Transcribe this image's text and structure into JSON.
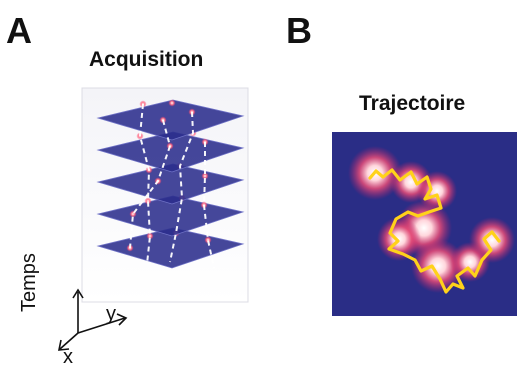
{
  "panel_a": {
    "letter": "A",
    "title": "Acquisition",
    "axes": {
      "time_label": "Temps",
      "y_label": "y",
      "x_label": "x"
    },
    "plane_color": "#2b2e8c",
    "spot_color": "#ff4d6a",
    "plane_count": 5
  },
  "panel_b": {
    "letter": "B",
    "title": "Trajectoire",
    "background_color": "#2a2d86",
    "trajectory_color": "#ffd21a",
    "glow_color": "#ffd7dd"
  }
}
